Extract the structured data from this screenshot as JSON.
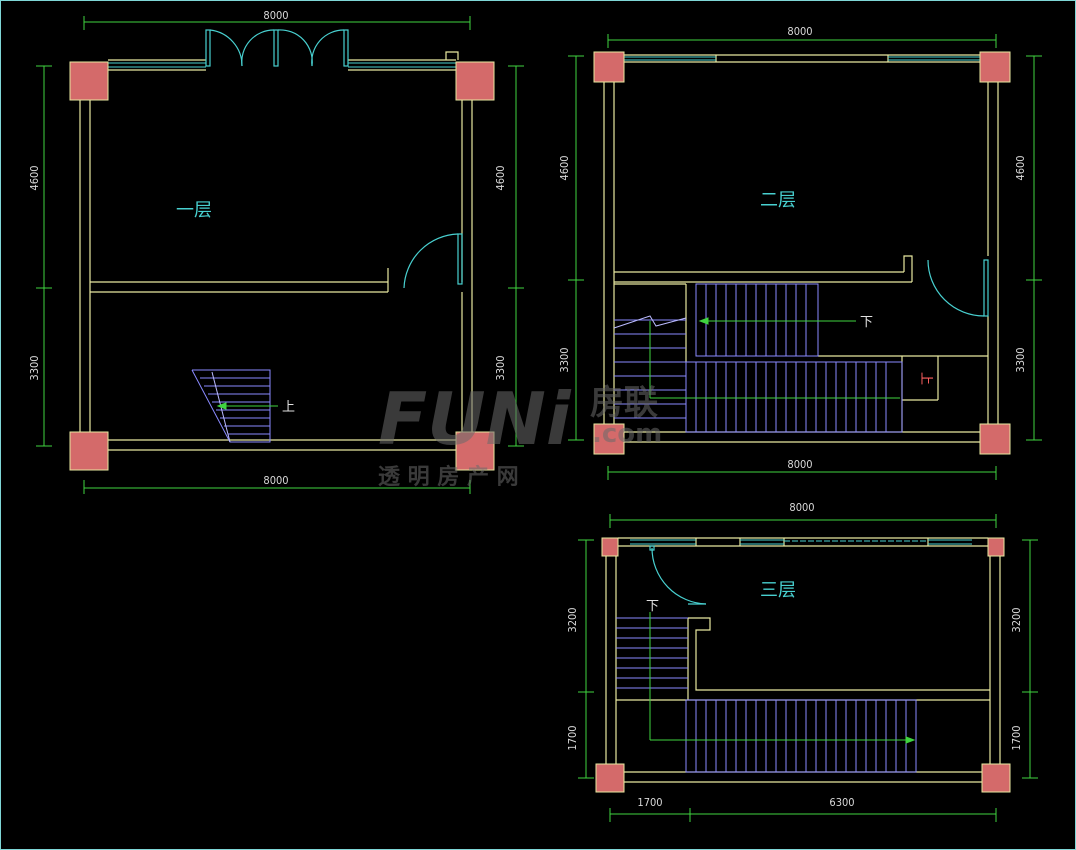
{
  "floors": {
    "f1": {
      "label": "一层",
      "dim_top": "8000",
      "dim_bottom": "8000",
      "dim_left_upper": "4600",
      "dim_left_lower": "3300",
      "dim_right_upper": "4600",
      "dim_right_lower": "3300",
      "stair_label": "上"
    },
    "f2": {
      "label": "二层",
      "dim_top": "8000",
      "dim_bottom": "8000",
      "dim_left_upper": "4600",
      "dim_left_lower": "3300",
      "dim_right_upper": "4600",
      "dim_right_lower": "3300",
      "stair_down_label": "下",
      "stair_up_label": "上"
    },
    "f3": {
      "label": "三层",
      "dim_top": "8000",
      "dim_left_upper": "3200",
      "dim_left_lower": "1700",
      "dim_right_upper": "3200",
      "dim_right_lower": "1700",
      "dim_bottom_left": "1700",
      "dim_bottom_right": "6300",
      "stair_label": "下"
    }
  },
  "watermark": {
    "brand": "FUNi",
    "brand_cn": "房联",
    "domain": ".com",
    "slogan": "透 明 房 产 网"
  },
  "colors": {
    "wall": "#e8e8a0",
    "column": "#d46a6a",
    "dimension": "#3fd43f",
    "stair": "#8a8aff",
    "door": "#48d0d0",
    "background": "#000000"
  }
}
